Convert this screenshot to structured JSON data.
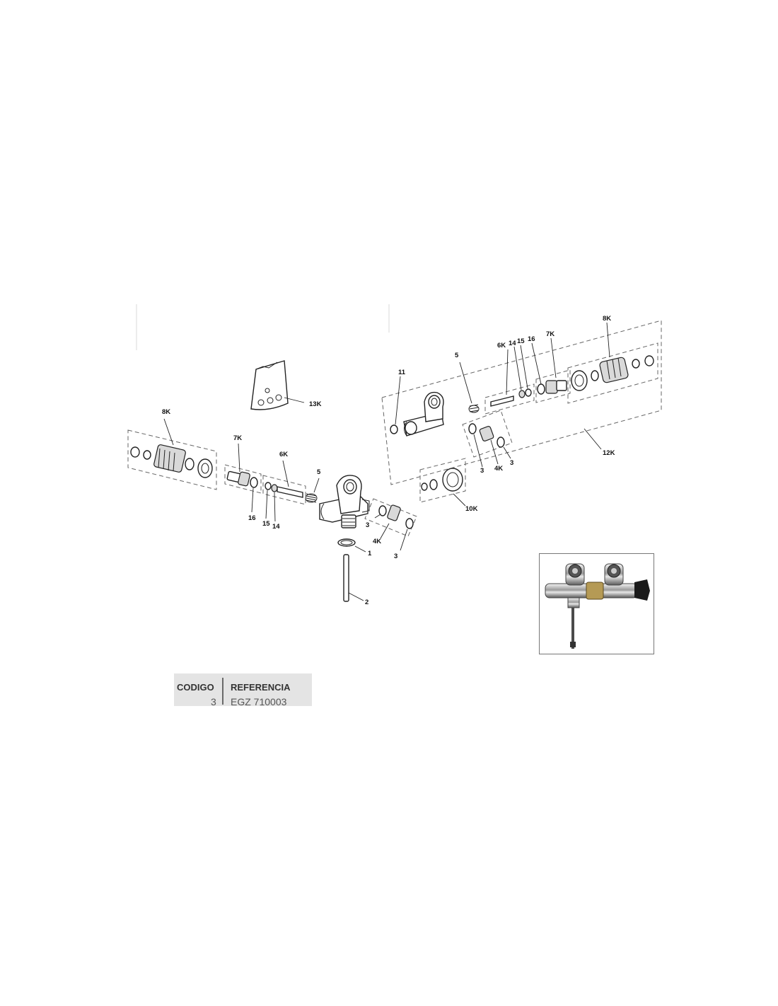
{
  "diagram": {
    "labels": {
      "l_8k_left": "8K",
      "l_7k_left": "7K",
      "l_6k_left": "6K",
      "l_5_left": "5",
      "l_16_left": "16",
      "l_15_left": "15",
      "l_14_left": "14",
      "l_13k": "13K",
      "l_1": "1",
      "l_2": "2",
      "l_3_a": "3",
      "l_3_b": "3",
      "l_4k_left": "4K",
      "l_10k": "10K",
      "l_11": "11",
      "l_5_right": "5",
      "l_6k_right": "6K",
      "l_14_right": "14",
      "l_15_right": "15",
      "l_16_right": "16",
      "l_7k_right": "7K",
      "l_8k_right": "8K",
      "l_12k": "12K",
      "l_3_c": "3",
      "l_3_d": "3",
      "l_4k_right": "4K"
    }
  },
  "table": {
    "header_code": "CODIGO",
    "header_ref": "REFERENCIA",
    "code": "3",
    "reference": "EGZ 710003"
  }
}
